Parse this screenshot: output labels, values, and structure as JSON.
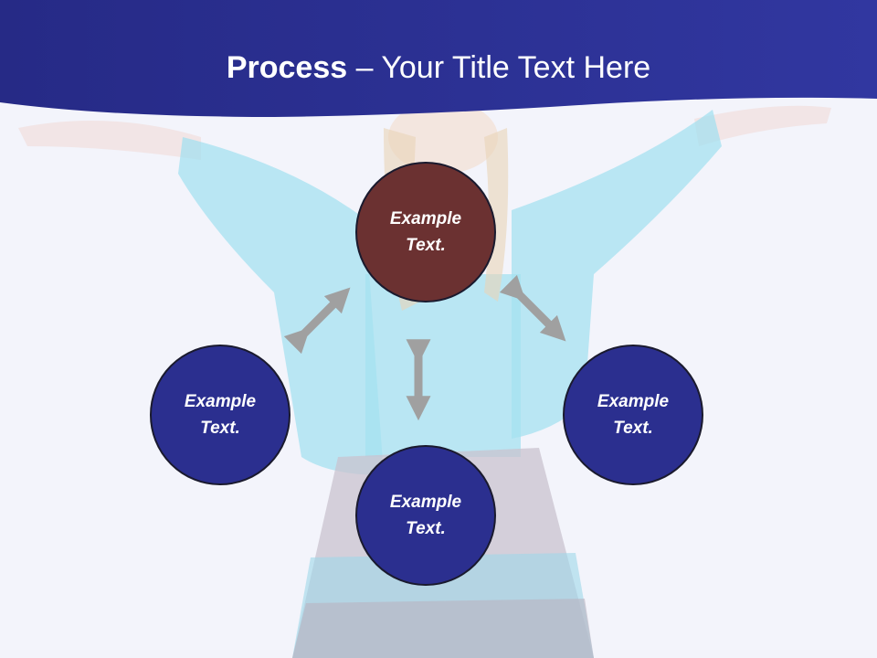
{
  "slide": {
    "title_strong": "Process",
    "title_rest": " – Your Title Text Here"
  },
  "colors": {
    "header": "#2b2f8f",
    "center_node": "#6b3131",
    "outer_node": "#2b2f8f",
    "arrow": "#a0a0a0",
    "background": "#f3f4fb"
  },
  "diagram": {
    "nodes": [
      {
        "id": "top",
        "label": "Example\nText."
      },
      {
        "id": "left",
        "label": "Example\nText."
      },
      {
        "id": "bottom",
        "label": "Example\nText."
      },
      {
        "id": "right",
        "label": "Example\nText."
      }
    ]
  }
}
